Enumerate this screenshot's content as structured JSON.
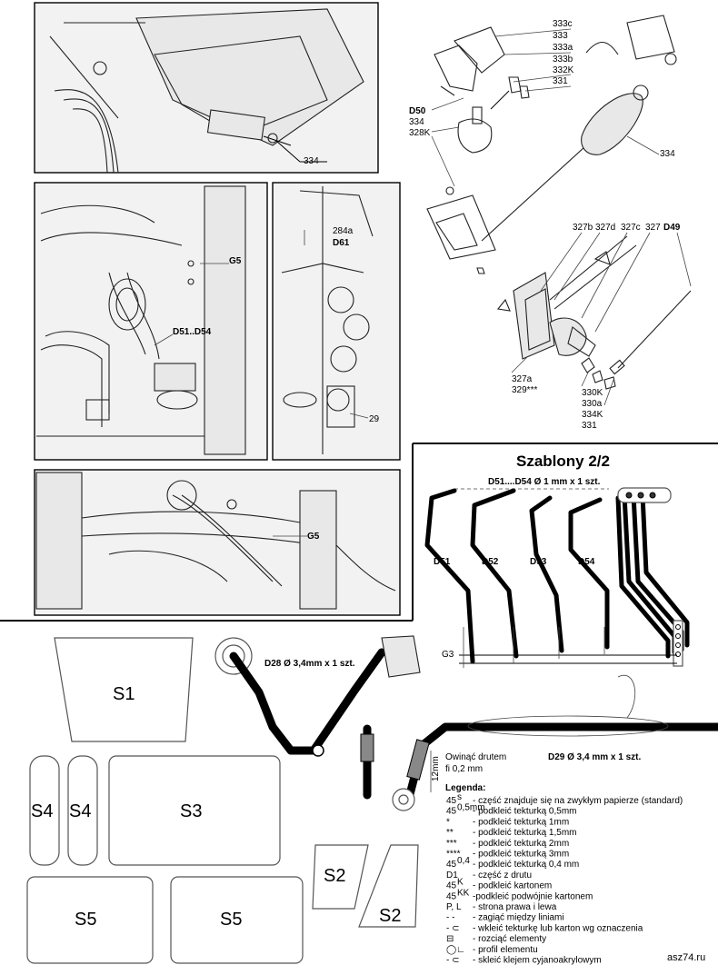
{
  "title": "Szablony 2/2",
  "callouts_top": {
    "photo1": [
      "334"
    ],
    "exploded1": [
      "333c",
      "333",
      "333a",
      "333b",
      "332K",
      "331",
      "D50",
      "334",
      "328K",
      "334"
    ],
    "photo2": [
      "G5",
      "D51..D54"
    ],
    "photo3": [
      "284a",
      "D61",
      "29"
    ],
    "exploded2": [
      "327b",
      "327d",
      "327c",
      "327",
      "D49",
      "327a",
      "329***",
      "330K",
      "330a",
      "334K",
      "331"
    ],
    "photo4": [
      "G5"
    ]
  },
  "templates": {
    "wire_set": "D51....D54 Ø 1 mm x 1 szt.",
    "wires": [
      "D51",
      "D52",
      "D53",
      "D54"
    ],
    "g3": "G3",
    "d28": "D28 Ø 3,4mm x 1 szt.",
    "d29": "D29  Ø 3,4 mm x 1 szt.",
    "wrap_note": [
      "Owinąć drutem",
      "fi 0,2 mm"
    ],
    "wrap_dim": "12mm",
    "shapes": [
      "S1",
      "S4",
      "S4",
      "S3",
      "S2",
      "S2",
      "S5",
      "S5"
    ]
  },
  "legend": {
    "title": "Legenda:",
    "items": [
      {
        "sym": "45",
        "sup": "s",
        "text": "- część znajduje się na zwykłym papierze (standard)"
      },
      {
        "sym": "45",
        "sup": "0,5mm",
        "text": "- podkleić tekturką 0,5mm"
      },
      {
        "sym": "*",
        "sup": "",
        "text": "- podkleić tekturką 1mm"
      },
      {
        "sym": "**",
        "sup": "",
        "text": "- podkleić tekturką 1,5mm"
      },
      {
        "sym": "***",
        "sup": "",
        "text": "- podkleić tekturką 2mm"
      },
      {
        "sym": "****",
        "sup": "",
        "text": "- podkleić tekturką 3mm"
      },
      {
        "sym": "45",
        "sup": "0,4",
        "text": "- podkleić tekturką 0,4 mm"
      },
      {
        "sym": "D1",
        "sup": "",
        "text": "- część z drutu"
      },
      {
        "sym": "45",
        "sup": "K",
        "text": "- podkleić kartonem"
      },
      {
        "sym": "45",
        "sup": "KK",
        "text": "-podkleić podwójnie kartonem"
      },
      {
        "sym": "P, L",
        "sup": "",
        "text": "- strona prawa i lewa"
      },
      {
        "sym": "- -",
        "sup": "",
        "text": "- zagiąć między liniami"
      },
      {
        "sym": "- ⊂",
        "sup": "",
        "text": "- wkleić tekturkę lub karton wg oznaczenia"
      },
      {
        "sym": "⊟",
        "sup": "",
        "text": "- rozciąć elementy"
      },
      {
        "sym": "◯∟",
        "sup": "",
        "text": "- profil elementu"
      },
      {
        "sym": "- ⊂",
        "sup": "",
        "text": "- skleić klejem cyjanoakrylowym"
      }
    ]
  },
  "watermark": "asz74.ru"
}
